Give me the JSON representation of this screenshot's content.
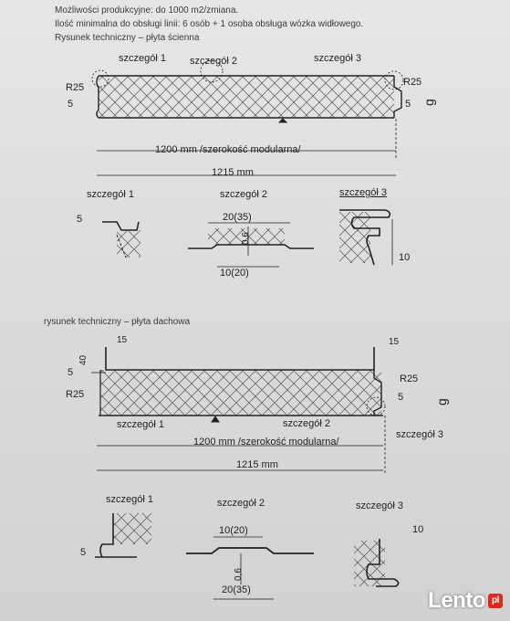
{
  "header": {
    "line1": "Możliwości produkcyjne: do 1000 m2/zmiana.",
    "line2": "Ilość minimalna do obsługi linii: 6 osób + 1 osoba obsługa wózka widłowego.",
    "line3": "Rysunek techniczny – płyta ścienna"
  },
  "wall_panel": {
    "detail1": "szczegół 1",
    "detail2": "szczegół 2",
    "detail3": "szczegół 3",
    "r25_left": "R25",
    "r25_right": "R25",
    "five_left": "5",
    "five_right": "5",
    "vertical_g": "g",
    "vertical_note": "g",
    "width_modular": "1200 mm /szerokość modularna/",
    "width_total": "1215 mm",
    "d1": {
      "label": "szczegół 1",
      "dim": "5"
    },
    "d2": {
      "label": "szczegół 2",
      "top": "20(35)",
      "mid": "0,6",
      "bottom": "10(20)"
    },
    "d3": {
      "label": "szczegół 3",
      "dim": "10"
    }
  },
  "roof_caption": "rysunek techniczny – płyta dachowa",
  "roof_panel": {
    "fifteen_left": "15",
    "fifteen_right": "15",
    "forty": "40",
    "five_left": "5",
    "five_right": "5",
    "r25_left": "R25",
    "r25_right": "R25",
    "vertical_g": "g",
    "detail1": "szczegół 1",
    "detail2": "szczegół 2",
    "detail3": "szczegół 3",
    "width_modular": "1200 mm /szerokość modularna/",
    "width_total": "1215 mm",
    "d1": {
      "label": "szczegół 1",
      "dim": "5"
    },
    "d2": {
      "label": "szczegół 2",
      "top": "10(20)",
      "mid": "0,6",
      "bottom": "20(35)"
    },
    "d3": {
      "label": "szczegół 3",
      "dim": "10"
    }
  },
  "watermark": {
    "text": "Lento",
    "badge": "pl"
  }
}
